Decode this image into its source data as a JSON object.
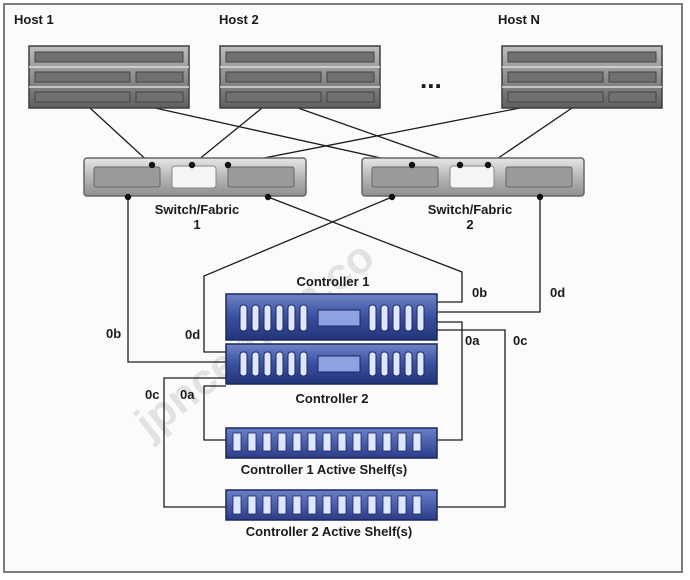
{
  "hosts": [
    {
      "label": "Host 1"
    },
    {
      "label": "Host 2"
    },
    {
      "label": "Host N"
    }
  ],
  "ellipsis": "...",
  "switches": [
    {
      "label_line1": "Switch/Fabric",
      "label_line2": "1"
    },
    {
      "label_line1": "Switch/Fabric",
      "label_line2": "2"
    }
  ],
  "controllers": [
    {
      "label": "Controller 1"
    },
    {
      "label": "Controller 2"
    }
  ],
  "shelves": [
    {
      "label": "Controller 1 Active Shelf(s)"
    },
    {
      "label": "Controller 2 Active Shelf(s)"
    }
  ],
  "ports": {
    "c1_0b": "0b",
    "c1_0d": "0d",
    "c1_0a": "0a",
    "c1_0c": "0c",
    "c2_0b": "0b",
    "c2_0d": "0d",
    "c2_0c": "0c",
    "c2_0a": "0a"
  },
  "watermark": "jpncertkon.co"
}
